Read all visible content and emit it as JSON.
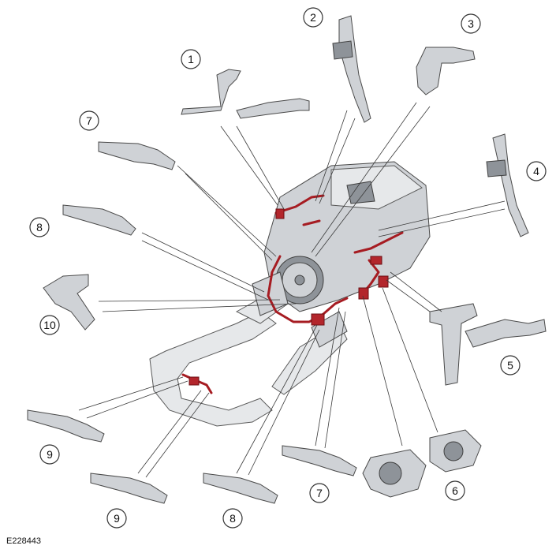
{
  "figure_ref": "E228443",
  "callouts": [
    {
      "label": "1"
    },
    {
      "label": "2"
    },
    {
      "label": "3"
    },
    {
      "label": "4"
    },
    {
      "label": "5"
    },
    {
      "label": "6"
    },
    {
      "label": "7"
    },
    {
      "label": "8"
    },
    {
      "label": "10"
    },
    {
      "label": "9"
    },
    {
      "label": "9"
    },
    {
      "label": "8"
    },
    {
      "label": "7"
    }
  ],
  "colors": {
    "harness": "#a61c22",
    "part": "#cfd2d6",
    "line": "#3a3a3a"
  }
}
